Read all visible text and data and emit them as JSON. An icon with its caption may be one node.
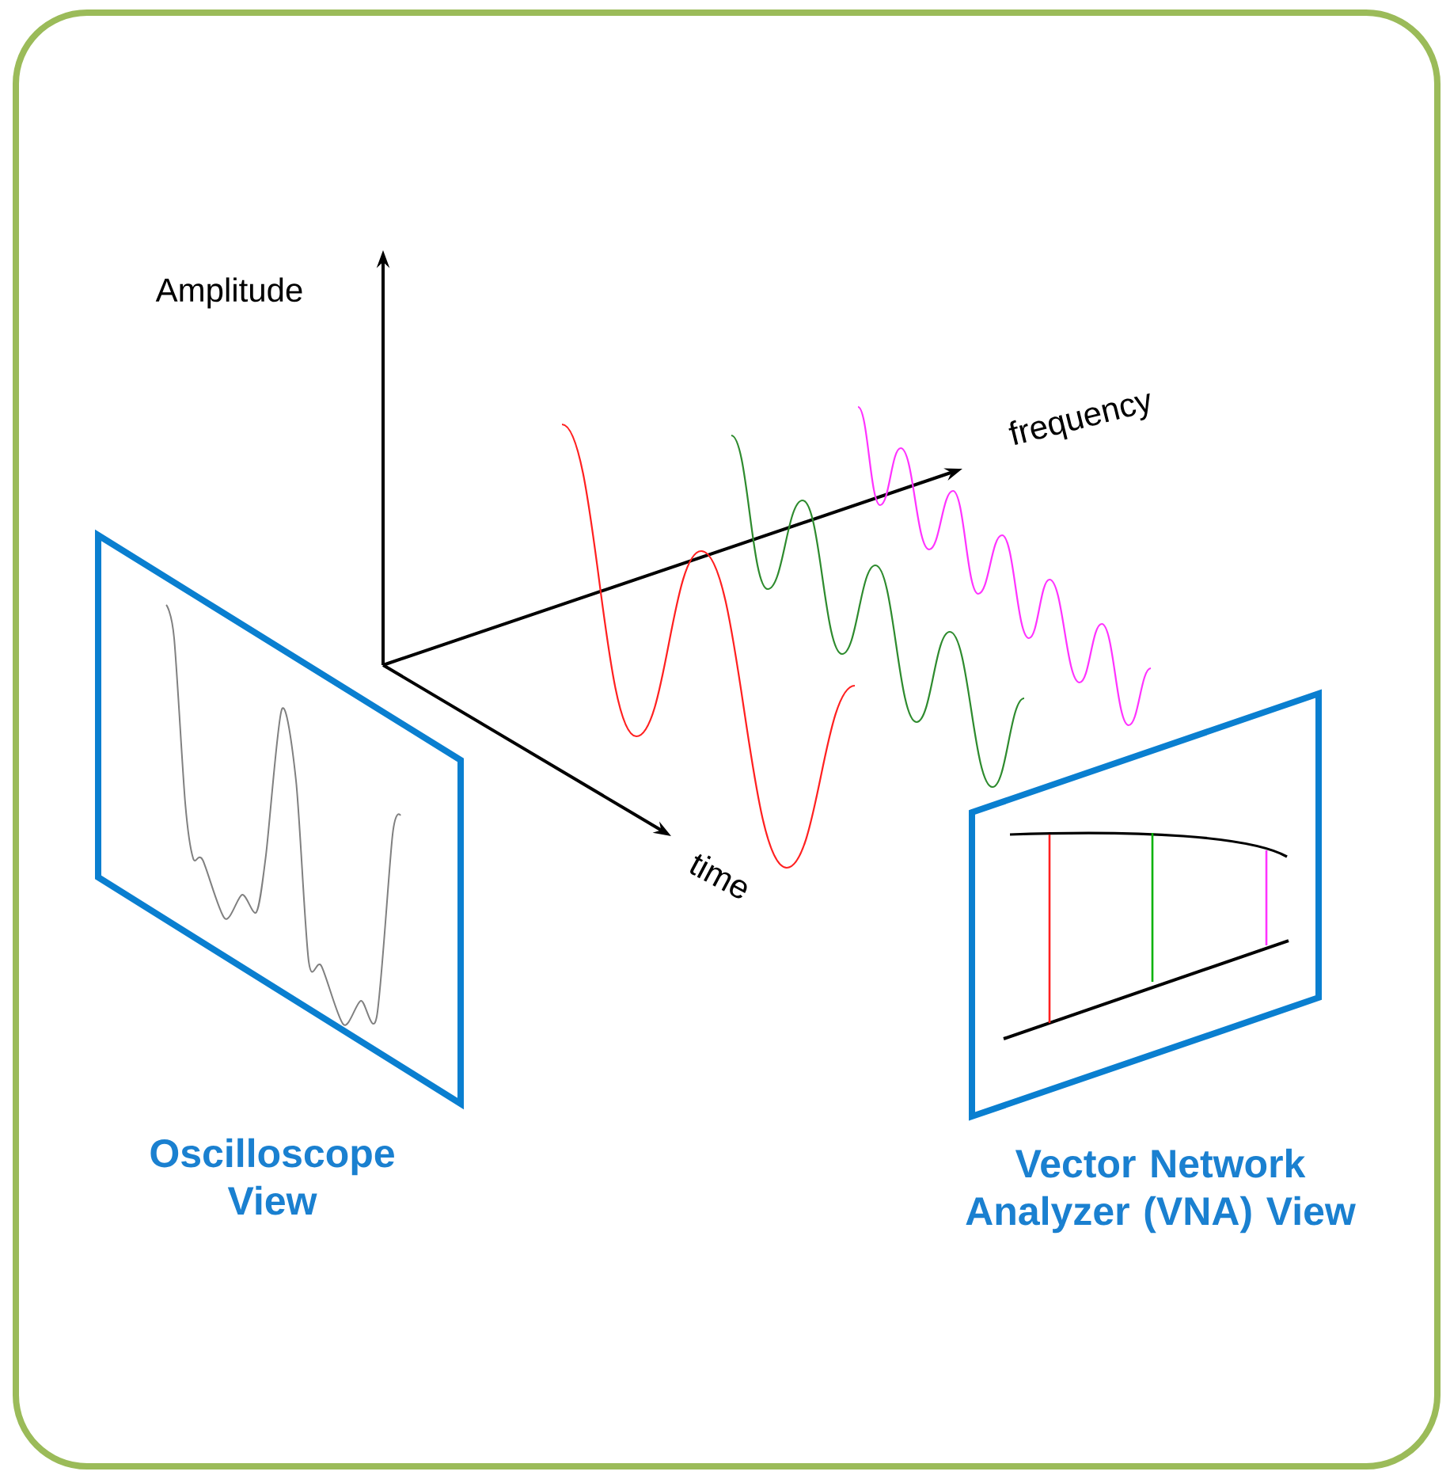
{
  "diagram": {
    "nodes": [
      {
        "text": [
          "Oscilloscope View"
        ]
      },
      {
        "text": [
          "Vector Network Analyzer (VNA) View"
        ]
      }
    ],
    "labels": [
      "Amplitude",
      "frequency",
      "time"
    ]
  }
}
